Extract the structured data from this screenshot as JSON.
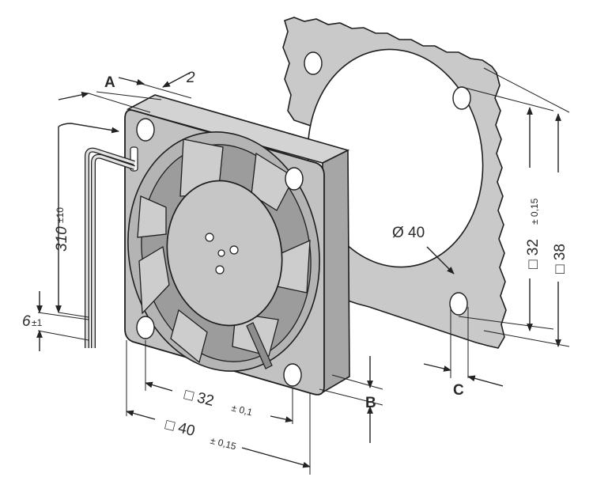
{
  "colors": {
    "body_gray": "#b8b8b8",
    "body_light": "#cfcfcf",
    "outline": "#1e1e1e",
    "background": "#ffffff"
  },
  "labels": {
    "A": "A",
    "B": "B",
    "C": "C",
    "offset_2": "2",
    "cable_length": "310",
    "cable_length_tol": "±10",
    "strip_length": "6",
    "strip_length_tol": "±1",
    "hole_pitch_front": "□ 32",
    "hole_pitch_front_tol": "± 0,1",
    "frame_size_front": "□ 40",
    "frame_size_front_tol": "± 0,15",
    "hole_pitch_side": "□ 32",
    "hole_pitch_side_tol": "± 0,15",
    "frame_size_side": "□ 38",
    "diameter": "Ø 40"
  }
}
